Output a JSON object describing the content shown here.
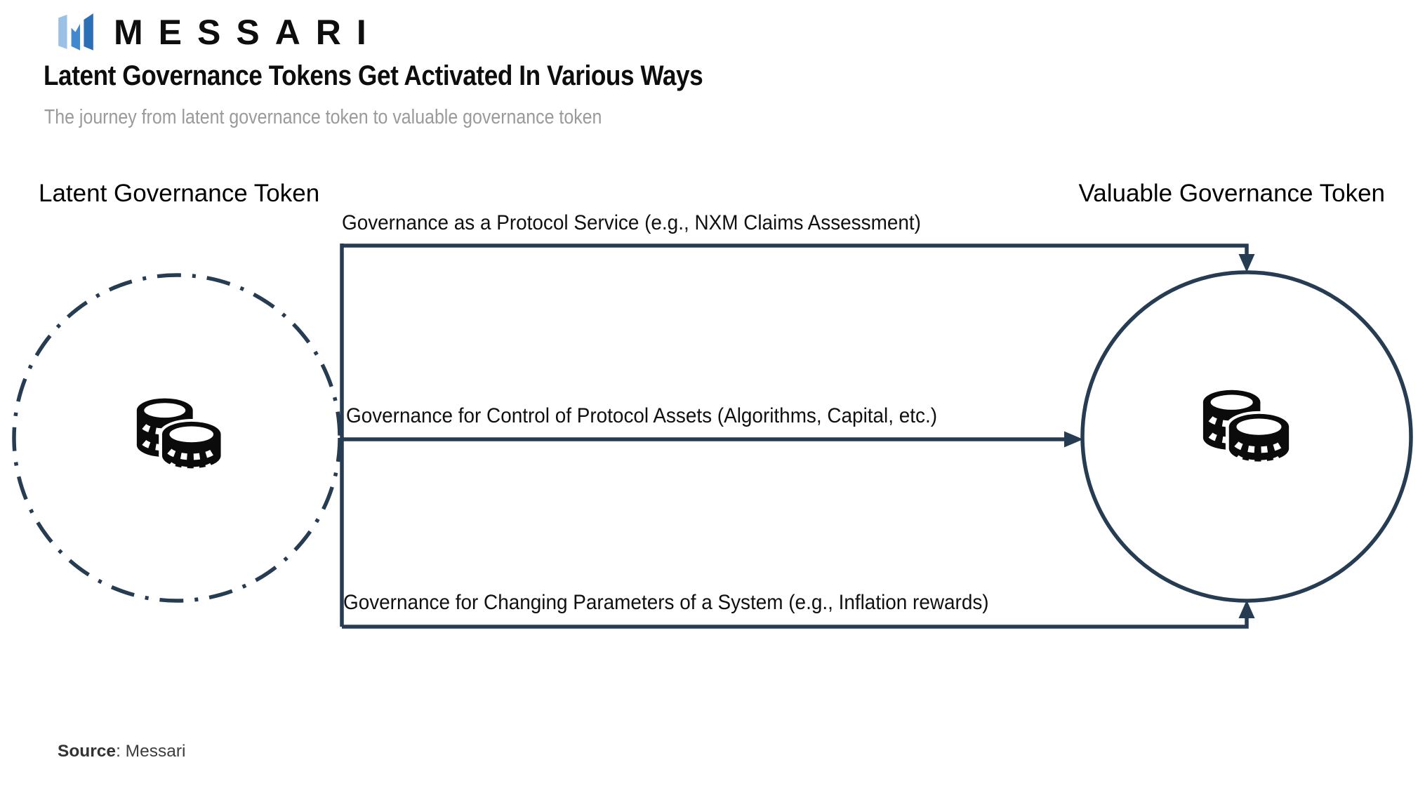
{
  "header": {
    "logo_text": "MESSARI",
    "title": "Latent Governance Tokens Get Activated In Various Ways",
    "subtitle": "The journey from latent governance token to valuable governance token"
  },
  "diagram": {
    "left_node": {
      "label": "Latent Governance Token",
      "icon": "coins-icon",
      "border_style": "dash-dot"
    },
    "right_node": {
      "label": "Valuable Governance Token",
      "icon": "coins-icon",
      "border_style": "solid"
    },
    "paths": [
      {
        "label": "Governance as a Protocol Service (e.g., NXM Claims Assessment)",
        "target": "top-of-right-circle"
      },
      {
        "label": "Governance for Control of Protocol Assets (Algorithms, Capital, etc.)",
        "target": "left-of-right-circle"
      },
      {
        "label": "Governance for Changing Parameters of a System (e.g., Inflation rewards)",
        "target": "bottom-of-right-circle"
      }
    ],
    "colors": {
      "line": "#263C52",
      "coin": "#0b0b0b",
      "logo_blue_light": "#9BC2E6",
      "logo_blue_mid": "#4189CF",
      "logo_blue_dark": "#2C6FB7"
    }
  },
  "footer": {
    "source_label": "Source",
    "source_value": ": Messari"
  }
}
